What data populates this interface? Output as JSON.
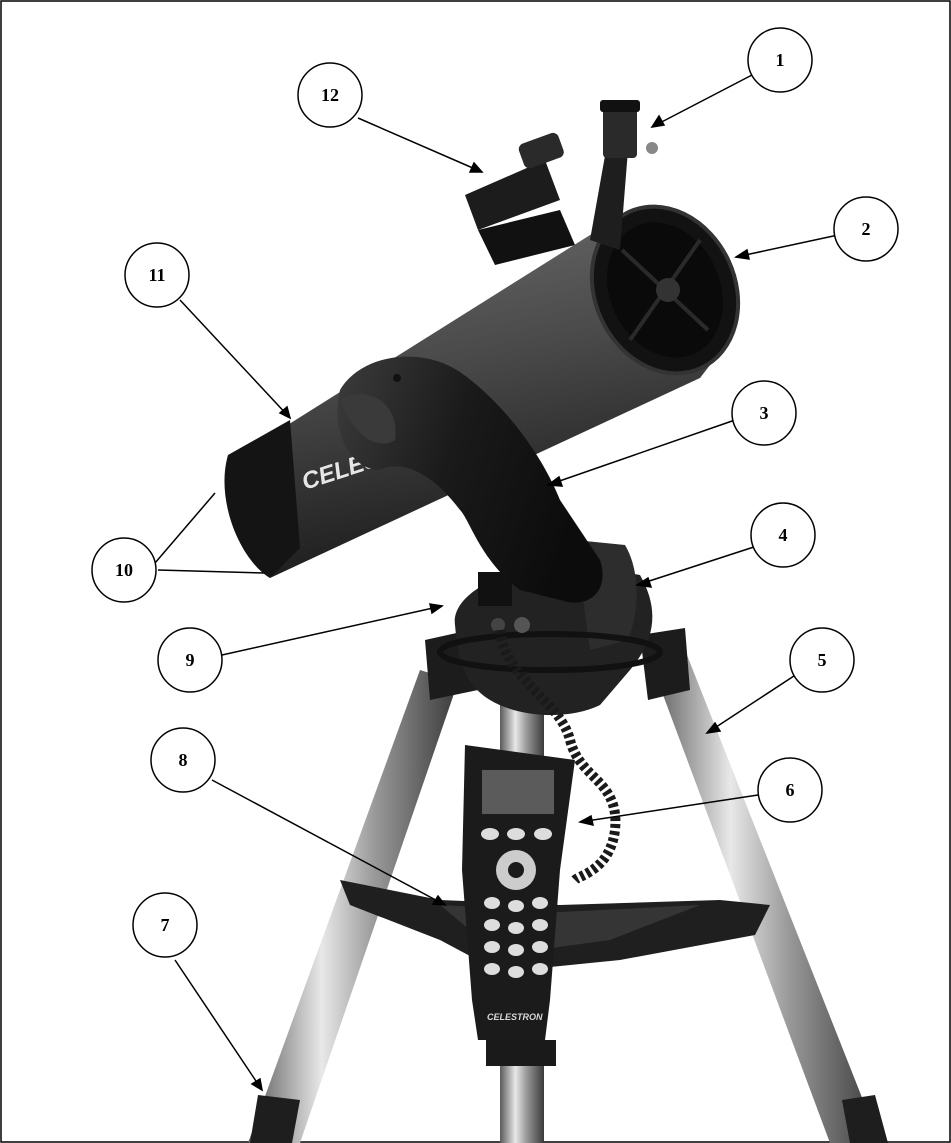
{
  "callouts": [
    {
      "id": "1",
      "label": "1"
    },
    {
      "id": "2",
      "label": "2"
    },
    {
      "id": "3",
      "label": "3"
    },
    {
      "id": "4",
      "label": "4"
    },
    {
      "id": "5",
      "label": "5"
    },
    {
      "id": "6",
      "label": "6"
    },
    {
      "id": "7",
      "label": "7"
    },
    {
      "id": "8",
      "label": "8"
    },
    {
      "id": "9",
      "label": "9"
    },
    {
      "id": "10",
      "label": "10"
    },
    {
      "id": "11",
      "label": "11"
    },
    {
      "id": "12",
      "label": "12"
    }
  ],
  "tube_logo": "CELESTRON",
  "hand_control_logo": "CELESTRON",
  "colors": {
    "tube": "#4a4a4a",
    "tube_dark": "#1e1e1e",
    "mount": "#262626",
    "tripod_metal": "#b8b8b8",
    "line": "#000000"
  }
}
